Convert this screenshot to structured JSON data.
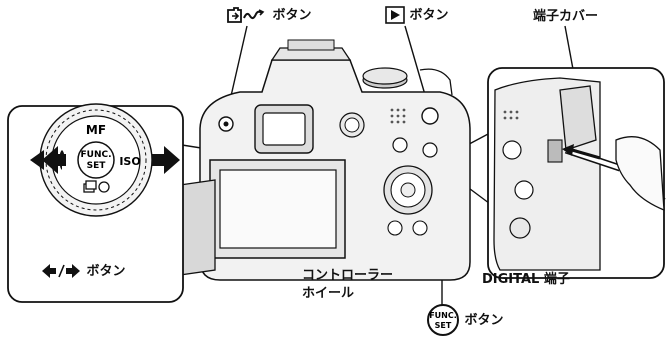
{
  "labels": {
    "print_share_button": "ボタン",
    "play_button": "ボタン",
    "terminal_cover": "端子カバー",
    "left_right_button": "ボタン",
    "controller_wheel_line1": "コントローラー",
    "controller_wheel_line2": "ホイール",
    "digital_terminal": "DIGITAL 端子",
    "func_set_button": "ボタン"
  },
  "dial": {
    "top": "MF",
    "right": "ISO",
    "center_line1": "FUNC.",
    "center_line2": "SET"
  },
  "func_icon": {
    "line1": "FUNC.",
    "line2": "SET"
  },
  "icons": [
    "print-share-icon",
    "play-icon",
    "arrow-left-right-icon",
    "func-set-icon",
    "macro-icon",
    "drive-mode-icon"
  ]
}
